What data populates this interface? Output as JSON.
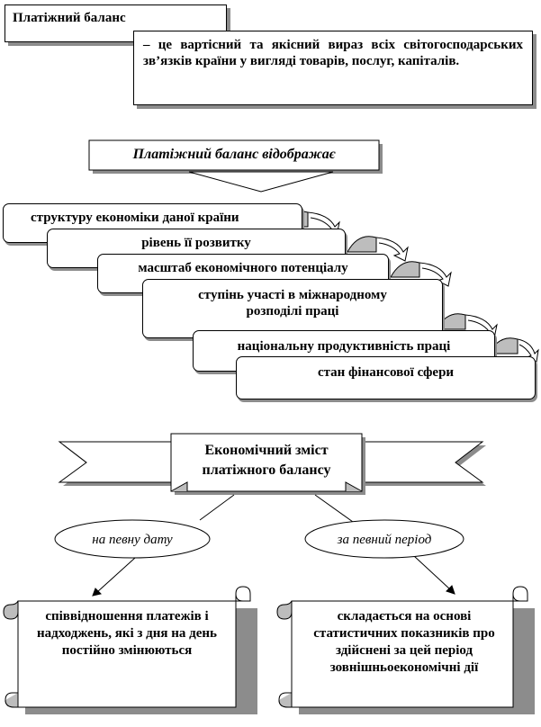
{
  "title": "Платіжний баланс",
  "definition": "– це вартісний та якісний вираз всіх світогосподарських зв’язків країни у вигляді товарів, послуг, капіталів.",
  "reflects_heading": "Платіжний баланс відображає",
  "reflects_items": [
    "структуру економіки даної країни",
    "рівень її розвитку",
    "масштаб економічного потенціалу",
    "ступінь участі в міжнародному розподілі праці",
    "національну продуктивність праці",
    "стан фінансової сфери"
  ],
  "content_heading": "Економічний зміст платіжного балансу",
  "branches": [
    {
      "label": "на певну дату",
      "description": "співвідношення платежів і надходжень, які з дня на день постійно змінюються"
    },
    {
      "label": "за певний період",
      "description": "складається на основі статистичних показників про здійснені за цей період зовнішньоекономічні дії"
    }
  ],
  "colors": {
    "line": "#000000",
    "shadow": "#8c8c8c",
    "background": "#ffffff"
  }
}
